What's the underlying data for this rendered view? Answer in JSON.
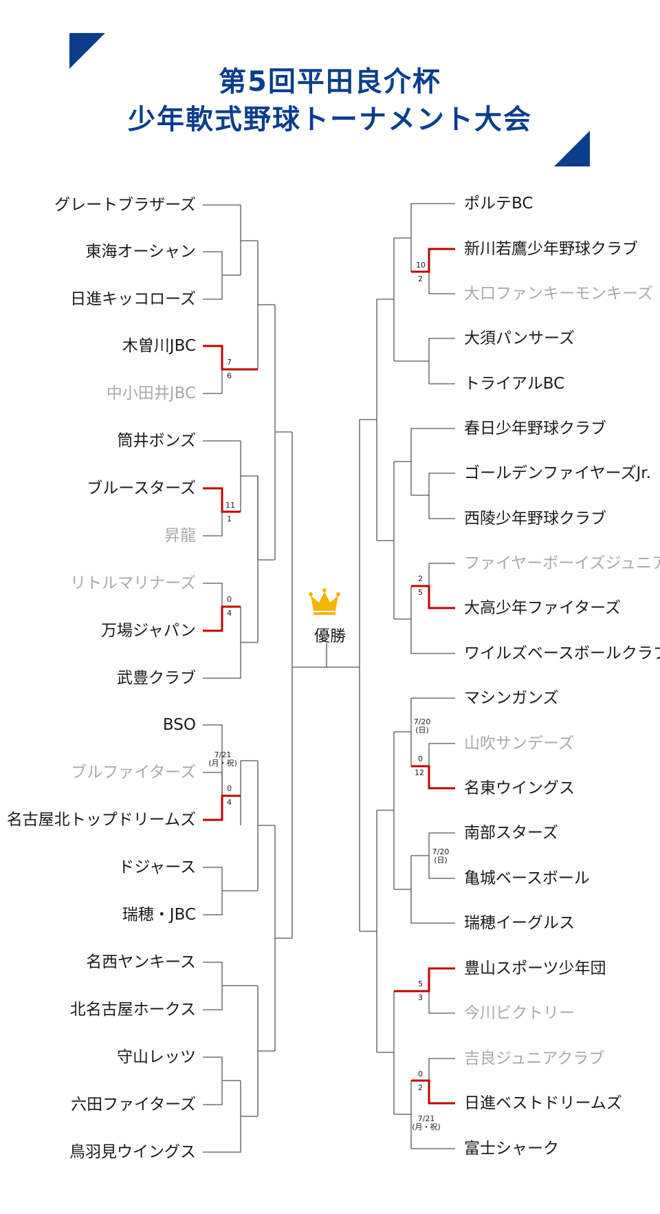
{
  "title": {
    "line1": "第5回平田良介杯",
    "line2": "少年軟式野球トーナメント大会"
  },
  "colors": {
    "accent": "#0b3d8c",
    "winner_line": "#c00000",
    "bracket_line": "#555555",
    "loser_text": "#a9a9a9"
  },
  "icons": {
    "champion": "crown-icon"
  },
  "champion_label": "優勝",
  "left_teams": [
    {
      "name": "グレートブラザーズ",
      "loser": false
    },
    {
      "name": "東海オーシャン",
      "loser": false
    },
    {
      "name": "日進キッコローズ",
      "loser": false
    },
    {
      "name": "木曽川JBC",
      "loser": false
    },
    {
      "name": "中小田井JBC",
      "loser": true
    },
    {
      "name": "筒井ボンズ",
      "loser": false
    },
    {
      "name": "ブルースターズ",
      "loser": false
    },
    {
      "name": "昇龍",
      "loser": true
    },
    {
      "name": "リトルマリナーズ",
      "loser": true
    },
    {
      "name": "万場ジャパン",
      "loser": false
    },
    {
      "name": "武豊クラブ",
      "loser": false
    },
    {
      "name": "BSO",
      "loser": false
    },
    {
      "name": "ブルファイターズ",
      "loser": true
    },
    {
      "name": "名古屋北トップドリームズ",
      "loser": false
    },
    {
      "name": "ドジャース",
      "loser": false
    },
    {
      "name": "瑞穂・JBC",
      "loser": false
    },
    {
      "name": "名西ヤンキース",
      "loser": false
    },
    {
      "name": "北名古屋ホークス",
      "loser": false
    },
    {
      "name": "守山レッツ",
      "loser": false
    },
    {
      "name": "六田ファイターズ",
      "loser": false
    },
    {
      "name": "鳥羽見ウイングス",
      "loser": false
    }
  ],
  "right_teams": [
    {
      "name": "ポルテBC",
      "loser": false
    },
    {
      "name": "新川若鷹少年野球クラブ",
      "loser": false
    },
    {
      "name": "大口ファンキーモンキーズ",
      "loser": true
    },
    {
      "name": "大須パンサーズ",
      "loser": false
    },
    {
      "name": "トライアルBC",
      "loser": false
    },
    {
      "name": "春日少年野球クラブ",
      "loser": false
    },
    {
      "name": "ゴールデンファイヤーズJr.",
      "loser": false
    },
    {
      "name": "西陵少年野球クラブ",
      "loser": false
    },
    {
      "name": "ファイヤーボーイズジュニア",
      "loser": true
    },
    {
      "name": "大高少年ファイターズ",
      "loser": false
    },
    {
      "name": "ワイルズベースボールクラブ",
      "loser": false
    },
    {
      "name": "マシンガンズ",
      "loser": false
    },
    {
      "name": "山吹サンデーズ",
      "loser": true
    },
    {
      "name": "名東ウイングス",
      "loser": false
    },
    {
      "name": "南部スターズ",
      "loser": false
    },
    {
      "name": "亀城ベースボール",
      "loser": false
    },
    {
      "name": "瑞穂イーグルス",
      "loser": false
    },
    {
      "name": "豊山スポーツ少年団",
      "loser": false
    },
    {
      "name": "今川ビクトリー",
      "loser": true
    },
    {
      "name": "吉良ジュニアクラブ",
      "loser": true
    },
    {
      "name": "日進ベストドリームズ",
      "loser": false
    },
    {
      "name": "富士シャーク",
      "loser": false
    }
  ],
  "scores": {
    "l_kiso": "7",
    "l_nakaotai": "6",
    "l_blue": "11",
    "l_shoryu": "1",
    "l_little": "0",
    "l_manba": "4",
    "l_bullf": "0",
    "l_nagoyakita": "4",
    "r_shinkawa": "10",
    "r_oguchi": "2",
    "r_fireboys": "2",
    "r_odaka": "5",
    "r_yamabuki": "0",
    "r_meito": "12",
    "r_toyoyama": "5",
    "r_imagawa": "3",
    "r_kira": "0",
    "r_nisshin": "2"
  },
  "dates": {
    "l_bso": [
      "7/21",
      "(月・祝)"
    ],
    "r_machine": [
      "7/20",
      "(日)"
    ],
    "r_nanbu": [
      "7/20",
      "(日)"
    ],
    "r_fuji": [
      "7/21",
      "(月・祝)"
    ]
  }
}
